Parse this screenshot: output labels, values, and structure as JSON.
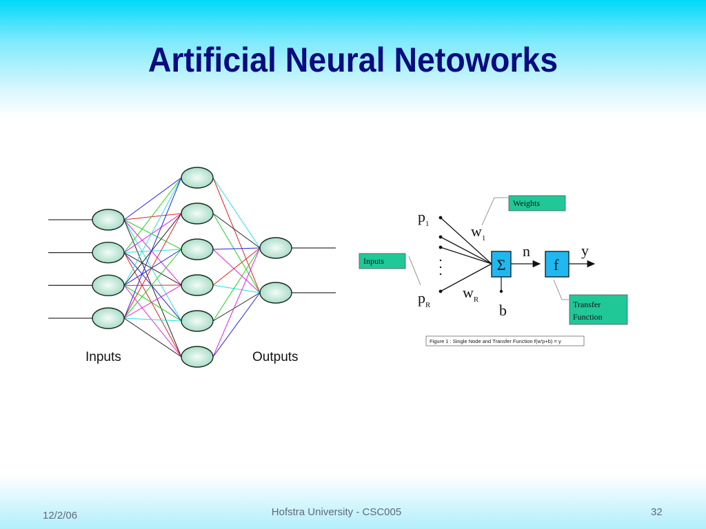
{
  "slide": {
    "title": "Artificial Neural Netoworks",
    "footer": {
      "date": "12/2/06",
      "center": "Hofstra University - CSC005",
      "page_number": "32"
    }
  },
  "network_diagram": {
    "input_label": "Inputs",
    "output_label": "Outputs",
    "layers": {
      "input_nodes": 4,
      "hidden_nodes": 6,
      "output_nodes": 2
    },
    "node_fill": "#b8e6d4",
    "node_stroke": "#1a2a20",
    "edge_colors": [
      "#2020e0",
      "#e02020",
      "#20d020",
      "#e020e0",
      "#20e0e0",
      "#202020"
    ]
  },
  "single_node_diagram": {
    "input_first": "p",
    "input_first_sub": "1",
    "input_last": "p",
    "input_last_sub": "R",
    "weight_first": "w",
    "weight_first_sub": "1",
    "weight_last": "w",
    "weight_last_sub": "R",
    "sum_symbol": "Σ",
    "func_symbol": "f",
    "net_label": "n",
    "output_label": "y",
    "bias_label": "b",
    "callouts": {
      "weights": "Weights",
      "inputs": "Inputs",
      "transfer_line1": "Transfer",
      "transfer_line2": "Function"
    },
    "caption": "Figure 1 : Single Node and Transfer Function f(w'p+b) = y",
    "box_color": "#20b8f0",
    "callout_color": "#20c898"
  }
}
